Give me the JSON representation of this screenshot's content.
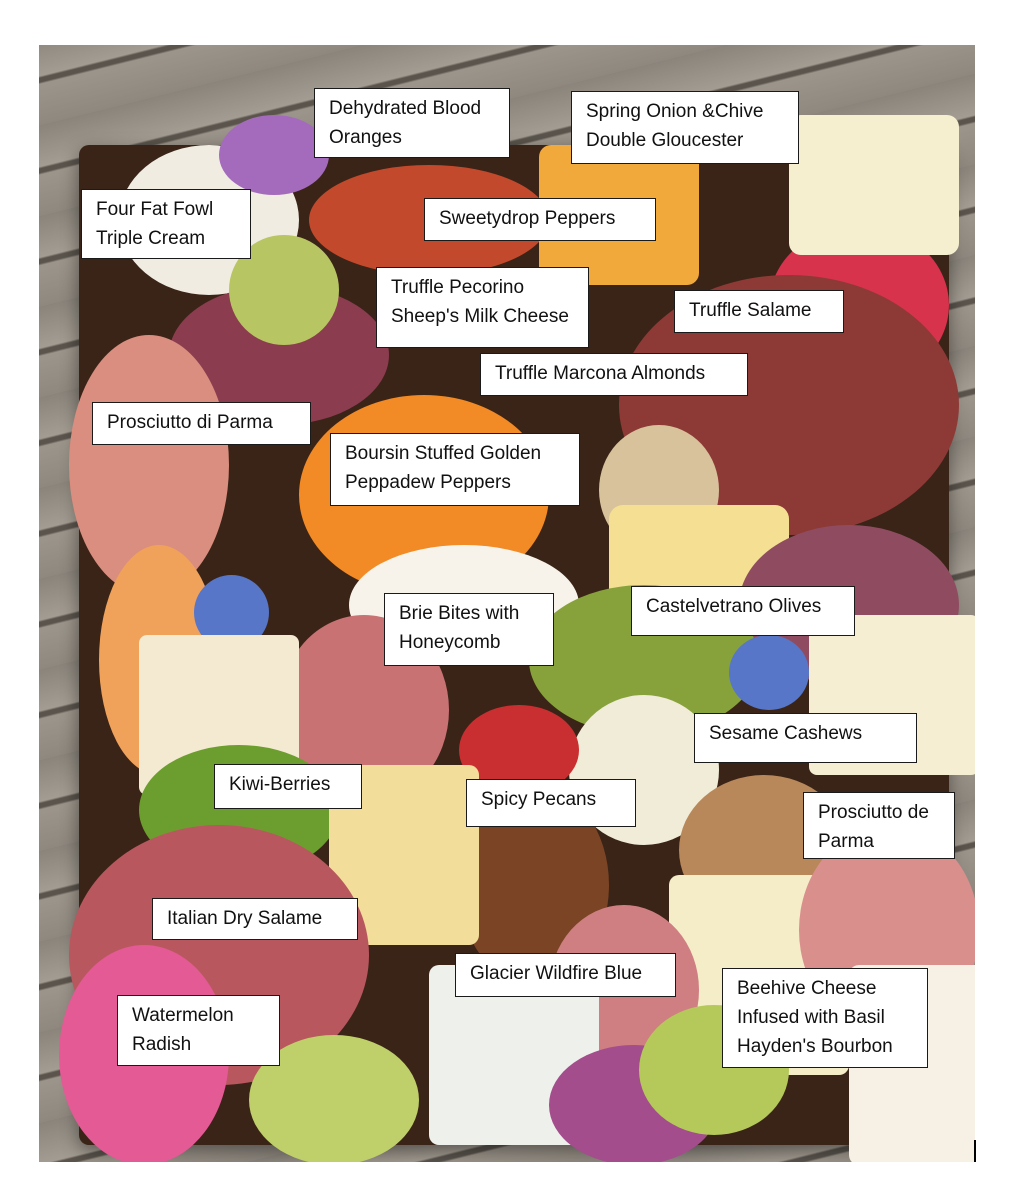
{
  "labels": {
    "blood_oranges": "Dehydrated Blood\nOranges",
    "spring_onion": "Spring Onion &Chive\nDouble Gloucester",
    "four_fat_fowl": "Four Fat Fowl\nTriple Cream",
    "sweetydrop": "Sweetydrop Peppers",
    "truffle_pecorino": "Truffle Pecorino\nSheep's Milk Cheese",
    "truffle_salame": "Truffle Salame",
    "truffle_almonds": "Truffle Marcona Almonds",
    "prosciutto_di_parma": "Prosciutto di Parma",
    "boursin": "Boursin Stuffed Golden\nPeppadew Peppers",
    "brie_bites": "Brie Bites with\nHoneycomb",
    "castelvetrano": "Castelvetrano Olives",
    "sesame_cashews": "Sesame Cashews",
    "kiwi_berries": "Kiwi-Berries",
    "spicy_pecans": "Spicy Pecans",
    "prosciutto_de_parma": "Prosciutto de\nParma",
    "italian_salame": "Italian Dry Salame",
    "glacier_blue": "Glacier Wildfire Blue",
    "beehive": "Beehive Cheese\nInfused with Basil\nHayden's Bourbon",
    "watermelon_radish": "Watermelon\nRadish"
  },
  "colors": {
    "deck": "#9c958b",
    "board": "#3a2417",
    "label_bg": "#ffffff",
    "label_border": "#1a1a1a"
  }
}
